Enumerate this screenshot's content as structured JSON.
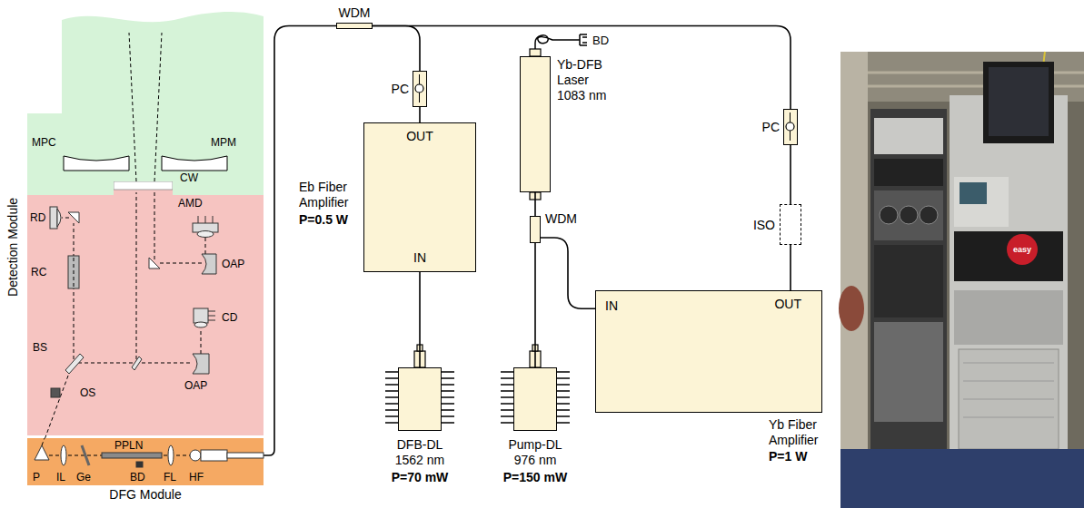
{
  "diagram": {
    "nodes": [
      {
        "text": [
          "Detection Module"
        ]
      },
      {
        "text": [
          "MPC"
        ]
      },
      {
        "text": [
          "DFG Module"
        ]
      },
      {
        "text": [
          "WDM"
        ]
      },
      {
        "text": [
          "PC"
        ]
      },
      {
        "text": [
          "Eb Fiber Amplifier",
          "P=0.5 W",
          "OUT",
          "IN"
        ]
      },
      {
        "text": [
          "Yb-DFB Laser 1083 nm"
        ]
      },
      {
        "text": [
          "PC"
        ]
      },
      {
        "text": [
          "WDM"
        ]
      },
      {
        "text": [
          "ISO"
        ]
      },
      {
        "text": [
          "OUT",
          "IN",
          "Yb Fiber Amplifier",
          "P=1 W"
        ]
      },
      {
        "text": [
          "DFB-DL 1562 nm",
          "P=70 mW"
        ]
      },
      {
        "text": [
          "Pump-DL 976 nm",
          "P=150 mW"
        ]
      }
    ],
    "edges": [
      {
        "from": 3,
        "to": 2,
        "arrow": "none"
      },
      {
        "from": 3,
        "to": 4,
        "arrow": "none"
      },
      {
        "from": 4,
        "to": 5,
        "arrow": "none"
      },
      {
        "from": 5,
        "to": 11,
        "arrow": "none"
      },
      {
        "from": 3,
        "to": 7,
        "arrow": "none"
      },
      {
        "from": 7,
        "to": 9,
        "arrow": "none"
      },
      {
        "from": 9,
        "to": 10,
        "arrow": "none"
      },
      {
        "from": 12,
        "to": 8,
        "arrow": "none"
      },
      {
        "from": 8,
        "to": 6,
        "arrow": "none"
      },
      {
        "from": 8,
        "to": 10,
        "arrow": "none"
      }
    ],
    "labels": [
      "MPM",
      "CW",
      "RD",
      "AMD",
      "RC",
      "OAP",
      "CD",
      "BS",
      "OAP",
      "OS",
      "P",
      "IL",
      "Ge",
      "PPLN",
      "BD",
      "FL",
      "HF",
      "BD",
      "easy"
    ]
  }
}
